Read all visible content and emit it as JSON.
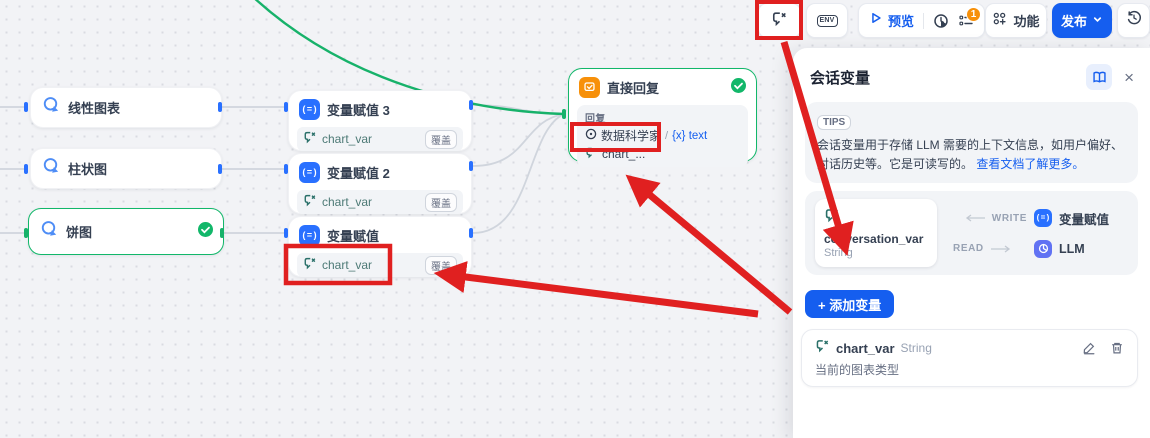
{
  "toolbar": {
    "env_label": "ENV",
    "preview_label": "预览",
    "notification_count": "1",
    "features_label": "功能",
    "publish_label": "发布"
  },
  "canvas": {
    "classifier_nodes": [
      {
        "title": "线性图表"
      },
      {
        "title": "柱状图"
      },
      {
        "title": "饼图"
      }
    ],
    "assigner_nodes": [
      {
        "title": "变量赋值 3",
        "variable": "chart_var",
        "badge": "覆盖"
      },
      {
        "title": "变量赋值 2",
        "variable": "chart_var",
        "badge": "覆盖"
      },
      {
        "title": "变量赋值",
        "variable": "chart_var",
        "badge": "覆盖"
      }
    ],
    "answer_node": {
      "title": "直接回复",
      "section_label": "回复",
      "source_node": "数据科学家",
      "separator": "/",
      "source_variable": "{x} text",
      "variable_ref": "chart_..."
    }
  },
  "panel": {
    "title": "会话变量",
    "tips_badge": "TIPS",
    "tips_text": "会话变量用于存储 LLM 需要的上下文信息，如用户偏好、对话历史等。它是可读写的。",
    "tips_link": "查看文档了解更多。",
    "diagram": {
      "var_name": "conversation_var",
      "var_type": "String",
      "write_label": "WRITE",
      "write_target": "变量赋值",
      "read_label": "READ",
      "read_target": "LLM"
    },
    "add_button": "+ 添加变量",
    "variables": [
      {
        "name": "chart_var",
        "type": "String",
        "description": "当前的图表类型"
      }
    ]
  },
  "icons": {
    "assigner_glyph": "(=)",
    "close_glyph": "×"
  },
  "colors": {
    "primary_blue": "#155eef",
    "node_blue": "#2970ff",
    "success_green": "#12b76a",
    "answer_orange": "#f79009",
    "llm_indigo": "#6172f3",
    "convar_teal": "#2a7069",
    "annotation_red": "#e02020"
  }
}
